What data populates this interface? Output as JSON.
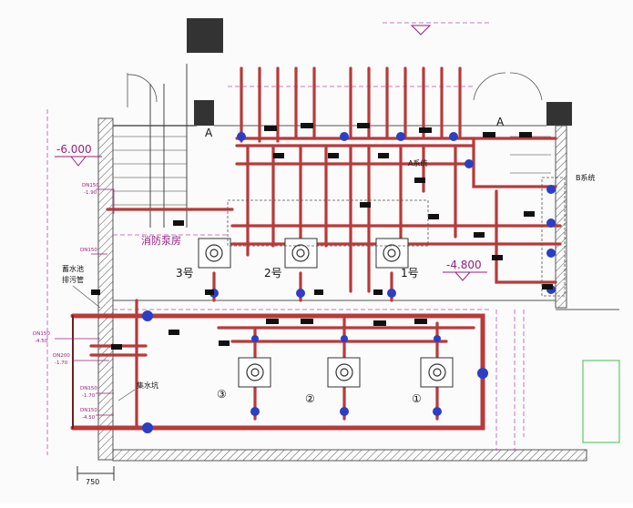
{
  "title": "消防泵房",
  "levels": {
    "left": "-6.000",
    "right": "-4.800"
  },
  "section_marks": {
    "left": "A",
    "right": "A"
  },
  "systems": {
    "a": "A系统",
    "b": "B系统"
  },
  "pumps_upper": [
    "3号",
    "2号",
    "1号"
  ],
  "pumps_lower": [
    "③",
    "②",
    "①"
  ],
  "room_labels": {
    "pool": "蓄水池",
    "sump": "集水坑",
    "drain": "排污管"
  },
  "dimension": "750",
  "pipe_tags_left": [
    "DN150",
    "-1.90",
    "DN150",
    "-4.50",
    "DN200",
    "-1.70",
    "DN150",
    "-1.70",
    "DN150",
    "-4.50"
  ],
  "riser_tag": "DN150",
  "colors": {
    "pipe": "#b83a3a",
    "pipe_dark": "#6d1f1f",
    "valve": "#2a3fc4",
    "dim": "#c04fb0",
    "wall": "#555555",
    "green": "#3ec04a"
  }
}
